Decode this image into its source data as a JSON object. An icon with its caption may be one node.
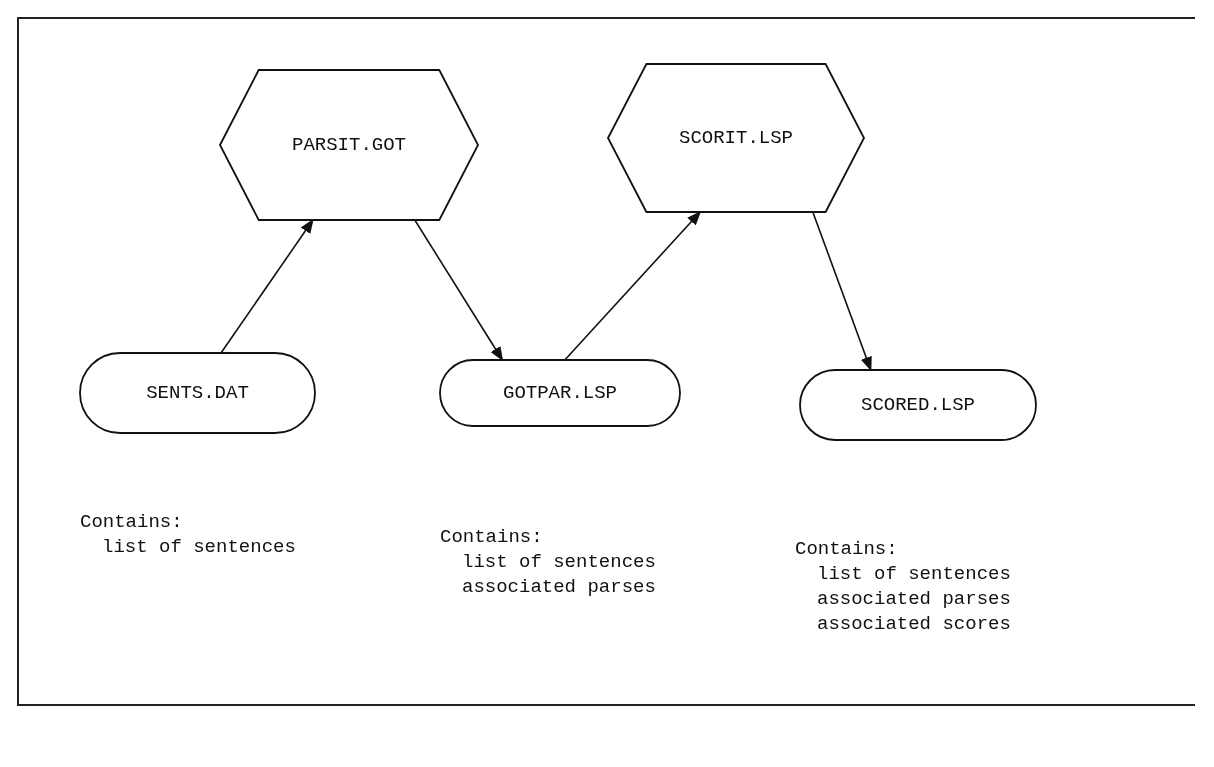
{
  "diagram": {
    "nodes": [
      {
        "text": [
          "PARSIT.GOT"
        ]
      },
      {
        "text": [
          "SCORIT.LSP"
        ]
      },
      {
        "text": [
          "SENTS.DAT"
        ],
        "beside": [
          "Contains:",
          "list of sentences"
        ]
      },
      {
        "text": [
          "GOTPAR.LSP"
        ],
        "beside": [
          "Contains:",
          "list of sentences",
          "associated parses"
        ]
      },
      {
        "text": [
          "SCORED.LSP"
        ],
        "beside": [
          "Contains:",
          "list of sentences",
          "associated parses",
          "associated scores"
        ]
      }
    ],
    "edges": [
      {
        "from": 2,
        "to": 0,
        "arrow": "to"
      },
      {
        "from": 0,
        "to": 3,
        "arrow": "to"
      },
      {
        "from": 3,
        "to": 1,
        "arrow": "to"
      },
      {
        "from": 1,
        "to": 4,
        "arrow": "to"
      }
    ]
  }
}
